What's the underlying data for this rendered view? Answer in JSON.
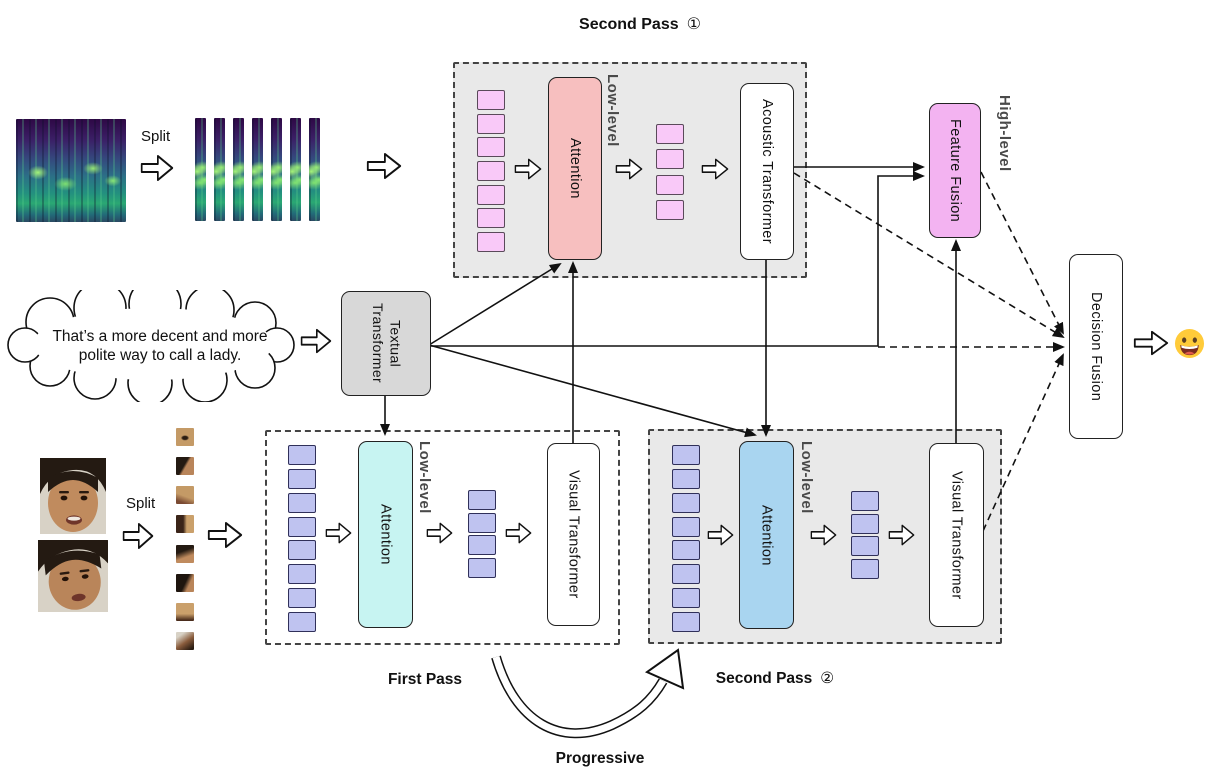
{
  "titles": {
    "second_pass_1": "Second Pass",
    "circle_1": "①",
    "first_pass": "First Pass",
    "second_pass_2": "Second Pass",
    "circle_2": "②",
    "progressive": "Progressive"
  },
  "inputs": {
    "audio_split_label": "Split",
    "video_split_label": "Split",
    "utterance_line1": "That’s a more decent and more",
    "utterance_line2": "polite way to call a lady."
  },
  "modules": {
    "attention": "Attention",
    "acoustic_transformer": "Acoustic Transformer",
    "visual_transformer": "Visual Transformer",
    "textual_transformer_line1": "Textual",
    "textual_transformer_line2": "Transformer",
    "feature_fusion": "Feature Fusion",
    "decision_fusion": "Decision Fusion"
  },
  "annotations": {
    "low_level": "Low-level",
    "high_level": "High-level"
  },
  "output": {
    "emotion_emoji": "😀"
  },
  "colors": {
    "attention_acoustic": "#f7bfbf",
    "attention_visual_first": "#c7f4f2",
    "attention_visual_second": "#a9d5f0",
    "feature_fusion": "#f3b3f1",
    "token_acoustic": "#f9c9f8",
    "token_visual": "#bfc3f0",
    "textual_transformer": "#d8d8d8",
    "panel_gray": "#e9e9e9"
  }
}
